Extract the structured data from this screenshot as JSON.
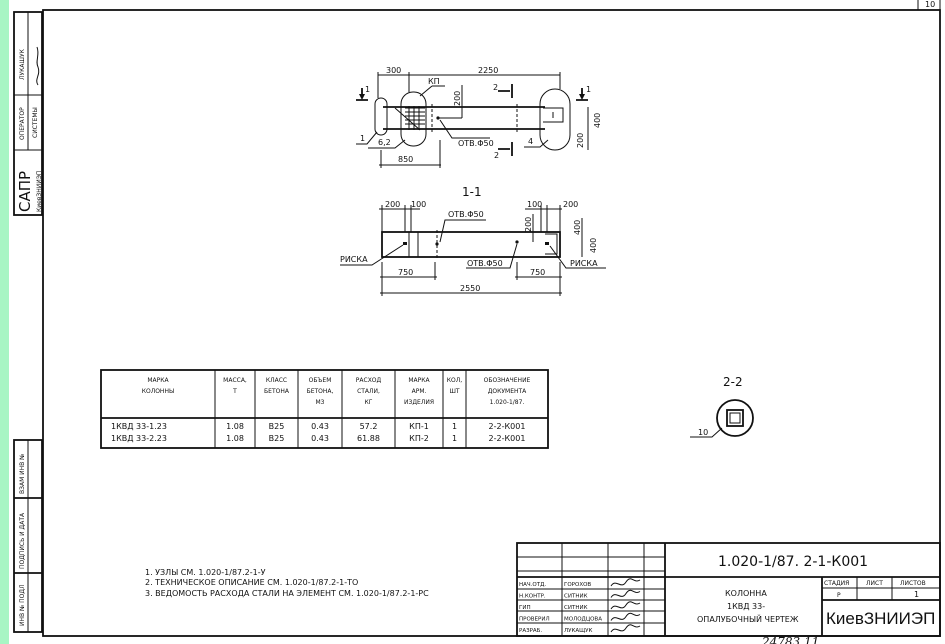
{
  "sheet_corner": "10",
  "left_strip": {
    "top": [
      {
        "label": "ЛУКАШУК",
        "signature": "signature"
      },
      {
        "label": "ОПЕРАТОР СИСТЕМЫ"
      },
      {
        "label": "САПР",
        "sublabel": "КиевЗНИИЭП"
      }
    ],
    "bottom": [
      "ВЗАМ ИНВ №",
      "ПОДПИСЬ И ДАТА",
      "ИНВ № ПОДЛ"
    ]
  },
  "plan_view": {
    "dims": [
      "300",
      "2250",
      "200",
      "400",
      "200",
      "850"
    ],
    "labels": {
      "kp": "КП",
      "hole": "ОТВ.Φ50",
      "pos1": "1",
      "pos62": "6,2",
      "pos4": "4",
      "cut1": "1",
      "cut2": "2"
    }
  },
  "section_1_1": {
    "title": "1-1",
    "dims": [
      "200",
      "100",
      "100",
      "200",
      "200",
      "400",
      "750",
      "750",
      "2550"
    ],
    "labels": {
      "hole1": "ОТВ.Φ50",
      "hole2": "ОТВ.Φ50",
      "risk1": "РИСКА",
      "risk2": "РИСКА"
    }
  },
  "section_2_2": {
    "title": "2-2",
    "pos": "10"
  },
  "spec_table": {
    "headers": [
      "МАРКА КОЛОННЫ",
      "МАССА, Т",
      "КЛАСС БЕТОНА",
      "ОБЪЕМ БЕТОНА, М3",
      "РАСХОД СТАЛИ, КГ",
      "МАРКА АРМ. ИЗДЕЛИЯ",
      "КОЛ, ШТ",
      "ОБОЗНАЧЕНИЕ ДОКУМЕНТА 1.020-1/87."
    ],
    "header_lines": [
      [
        "МАРКА",
        "КОЛОННЫ"
      ],
      [
        "МАССА,",
        "Т"
      ],
      [
        "КЛАСС",
        "БЕТОНА"
      ],
      [
        "ОБЪЕМ",
        "БЕТОНА,",
        "М3"
      ],
      [
        "РАСХОД",
        "СТАЛИ,",
        "КГ"
      ],
      [
        "МАРКА",
        "АРМ.",
        "ИЗДЕЛИЯ"
      ],
      [
        "КОЛ,",
        "ШТ"
      ],
      [
        "ОБОЗНАЧЕНИЕ",
        "ДОКУМЕНТА",
        "1.020-1/87."
      ]
    ],
    "rows": [
      [
        "1КВД 33-1.23",
        "1.08",
        "В25",
        "0.43",
        "57.2",
        "КП-1",
        "1",
        "2-2-К001"
      ],
      [
        "1КВД 33-2.23",
        "1.08",
        "В25",
        "0.43",
        "61.88",
        "КП-2",
        "1",
        "2-2-К001"
      ]
    ]
  },
  "notes": [
    "1. УЗЛЫ СМ. 1.020-1/87.2-1-У",
    "2. ТЕХНИЧЕСКОЕ ОПИСАНИЕ СМ. 1.020-1/87.2-1-ТО",
    "3. ВЕДОМОСТЬ РАСХОДА СТАЛИ НА ЭЛЕМЕНТ СМ. 1.020-1/87.2-1-РС"
  ],
  "title_block": {
    "code": "1.020-1/87. 2-1-К001",
    "roles": [
      {
        "role": "НАЧ.ОТД.",
        "name": "ГОРОХОВ"
      },
      {
        "role": "Н.КОНТР.",
        "name": "СИТНИК"
      },
      {
        "role": "ГИП",
        "name": "СИТНИК"
      },
      {
        "role": "ПРОВЕРИЛ",
        "name": "МОЛОДЦОВА"
      },
      {
        "role": "РАЗРАБ.",
        "name": "ЛУКАЩУК"
      }
    ],
    "title_lines": [
      "КОЛОННА",
      "1КВД 33-",
      "ОПАЛУБОЧНЫЙ ЧЕРТЕЖ"
    ],
    "stage_header": "СТАДИЯ",
    "sheet_header": "ЛИСТ",
    "sheets_header": "ЛИСТОВ",
    "stage": "Р",
    "sheet": "",
    "sheets": "1",
    "org": "КиевЗНИИЭП"
  },
  "footer_handwritten": "24783   11"
}
